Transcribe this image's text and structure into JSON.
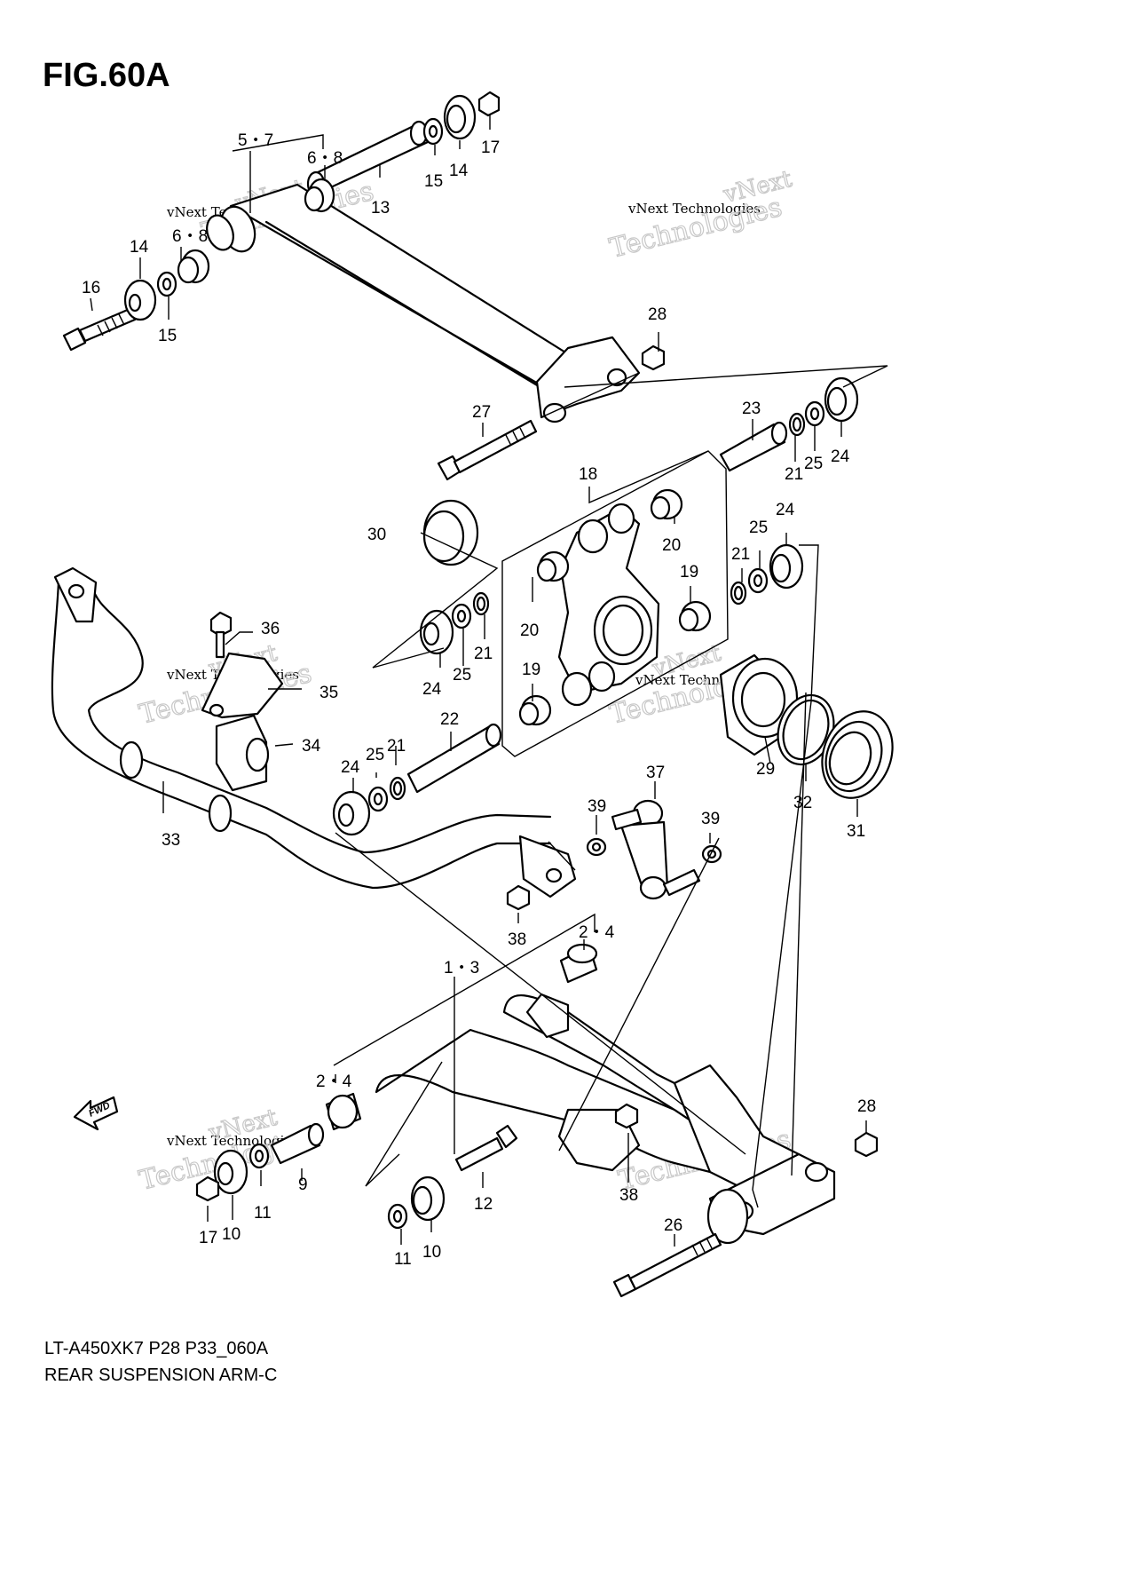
{
  "figure": {
    "title": "FIG.60A"
  },
  "caption": {
    "model_code": "LT-A450XK7 P28 P33_060A",
    "name": "REAR SUSPENSION ARM-C"
  },
  "direction_marker": {
    "label": "FWD",
    "icon": "arrow-forward-icon"
  },
  "watermark": {
    "line1": "vNext Technologies",
    "line2": "Technologies",
    "line3": "vNext"
  },
  "callouts": {
    "c57": "5・7",
    "c68a": "6・8",
    "c68b": "6・8",
    "c13": "13",
    "c15a": "15",
    "c15b": "15",
    "c14a": "14",
    "c14b": "14",
    "c17a": "17",
    "c17b": "17",
    "c16": "16",
    "c28a": "28",
    "c28b": "28",
    "c27": "27",
    "c23": "23",
    "c21a": "21",
    "c21b": "21",
    "c21c": "21",
    "c21d": "21",
    "c25a": "25",
    "c25b": "25",
    "c25c": "25",
    "c25d": "25",
    "c24a": "24",
    "c24b": "24",
    "c24c": "24",
    "c24d": "24",
    "c18": "18",
    "c30": "30",
    "c20a": "20",
    "c20b": "20",
    "c19a": "19",
    "c19b": "19",
    "c36": "36",
    "c35": "35",
    "c34": "34",
    "c22": "22",
    "c29": "29",
    "c32": "32",
    "c31": "31",
    "c33": "33",
    "c37": "37",
    "c39a": "39",
    "c39b": "39",
    "c38a": "38",
    "c38b": "38",
    "c24x": "2・4",
    "c24y": "2・4",
    "c13x": "1・3",
    "c9": "9",
    "c11a": "11",
    "c11b": "11",
    "c10a": "10",
    "c10b": "10",
    "c12": "12",
    "c26": "26"
  }
}
